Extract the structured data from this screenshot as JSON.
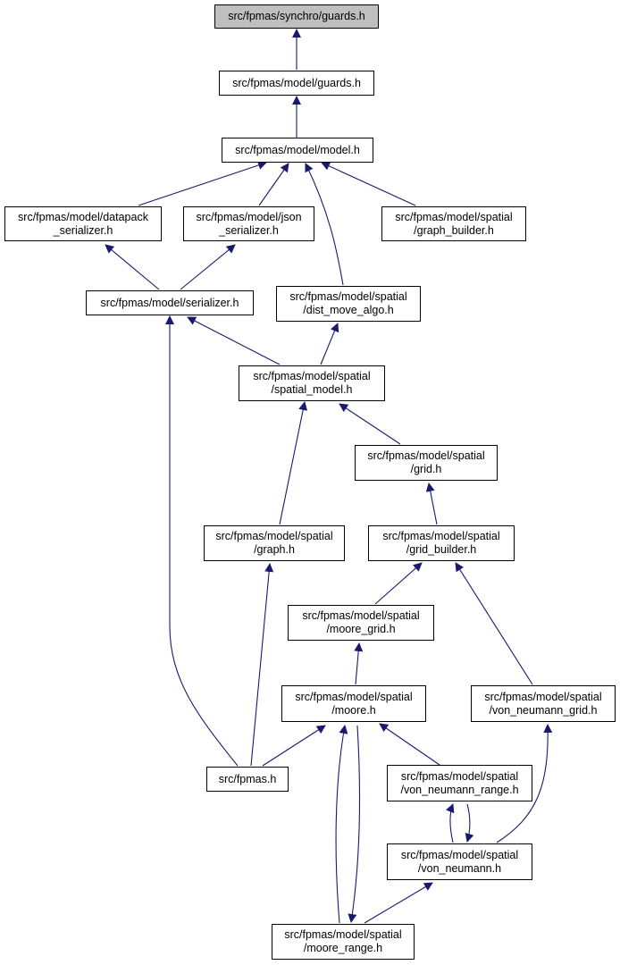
{
  "colors": {
    "edge": "#191970",
    "root_fill": "#bfbfbf",
    "node_fill": "#ffffff",
    "node_border": "#000000"
  },
  "nodes": {
    "guards_sync": {
      "lines": [
        "src/fpmas/synchro/guards.h"
      ]
    },
    "guards_model": {
      "lines": [
        "src/fpmas/model/guards.h"
      ]
    },
    "model": {
      "lines": [
        "src/fpmas/model/model.h"
      ]
    },
    "datapack_serializer": {
      "lines": [
        "src/fpmas/model/datapack",
        "_serializer.h"
      ]
    },
    "json_serializer": {
      "lines": [
        "src/fpmas/model/json",
        "_serializer.h"
      ]
    },
    "graph_builder": {
      "lines": [
        "src/fpmas/model/spatial",
        "/graph_builder.h"
      ]
    },
    "serializer": {
      "lines": [
        "src/fpmas/model/serializer.h"
      ]
    },
    "dist_move_algo": {
      "lines": [
        "src/fpmas/model/spatial",
        "/dist_move_algo.h"
      ]
    },
    "spatial_model": {
      "lines": [
        "src/fpmas/model/spatial",
        "/spatial_model.h"
      ]
    },
    "grid": {
      "lines": [
        "src/fpmas/model/spatial",
        "/grid.h"
      ]
    },
    "graph": {
      "lines": [
        "src/fpmas/model/spatial",
        "/graph.h"
      ]
    },
    "grid_builder": {
      "lines": [
        "src/fpmas/model/spatial",
        "/grid_builder.h"
      ]
    },
    "moore_grid": {
      "lines": [
        "src/fpmas/model/spatial",
        "/moore_grid.h"
      ]
    },
    "moore": {
      "lines": [
        "src/fpmas/model/spatial",
        "/moore.h"
      ]
    },
    "von_neumann_grid": {
      "lines": [
        "src/fpmas/model/spatial",
        "/von_neumann_grid.h"
      ]
    },
    "fpmas": {
      "lines": [
        "src/fpmas.h"
      ]
    },
    "von_neumann_range": {
      "lines": [
        "src/fpmas/model/spatial",
        "/von_neumann_range.h"
      ]
    },
    "von_neumann": {
      "lines": [
        "src/fpmas/model/spatial",
        "/von_neumann.h"
      ]
    },
    "moore_range": {
      "lines": [
        "src/fpmas/model/spatial",
        "/moore_range.h"
      ]
    }
  }
}
